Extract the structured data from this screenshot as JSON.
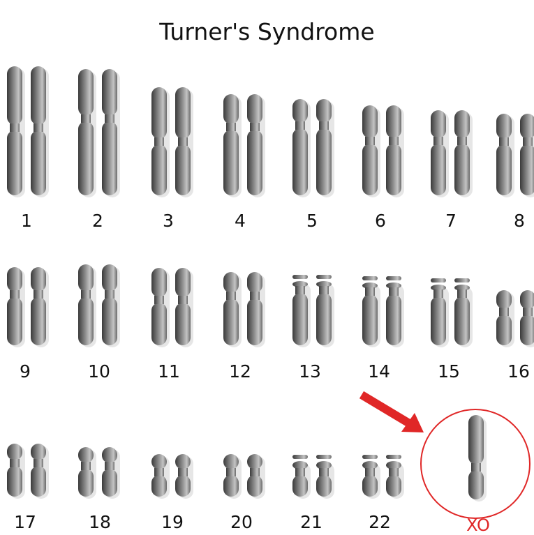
{
  "title": "Turner's Syndrome",
  "pairs": [
    "1",
    "2",
    "3",
    "4",
    "5",
    "6",
    "7",
    "8",
    "9",
    "10",
    "11",
    "12",
    "13",
    "14",
    "15",
    "16",
    "17",
    "18",
    "19",
    "20",
    "21",
    "22"
  ],
  "sex_chromosome_label": "XO",
  "colors": {
    "chromosome_dark": "#3f3f3f",
    "chromosome_light": "#b8b8b8",
    "highlight": "#e02727",
    "label": "#111111"
  }
}
